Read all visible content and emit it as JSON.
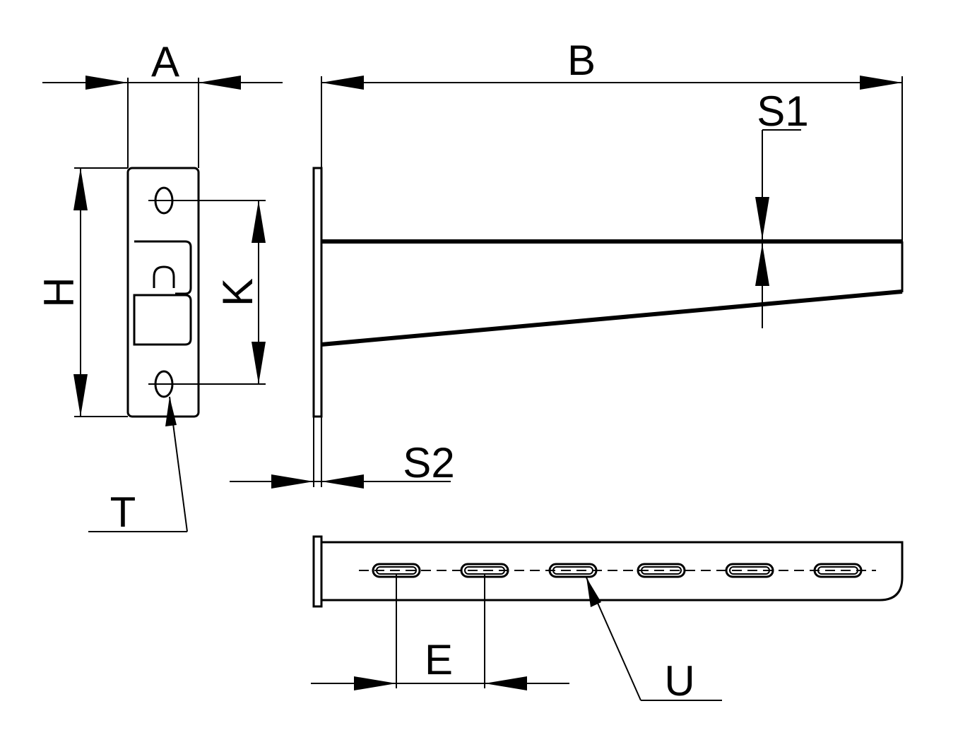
{
  "labels": {
    "a": "A",
    "b": "B",
    "s1": "S1",
    "s2": "S2",
    "h": "H",
    "k": "K",
    "t": "T",
    "e": "E",
    "u": "U"
  },
  "colors": {
    "ink": "#000000",
    "paper": "#ffffff"
  },
  "slot_count": 6
}
